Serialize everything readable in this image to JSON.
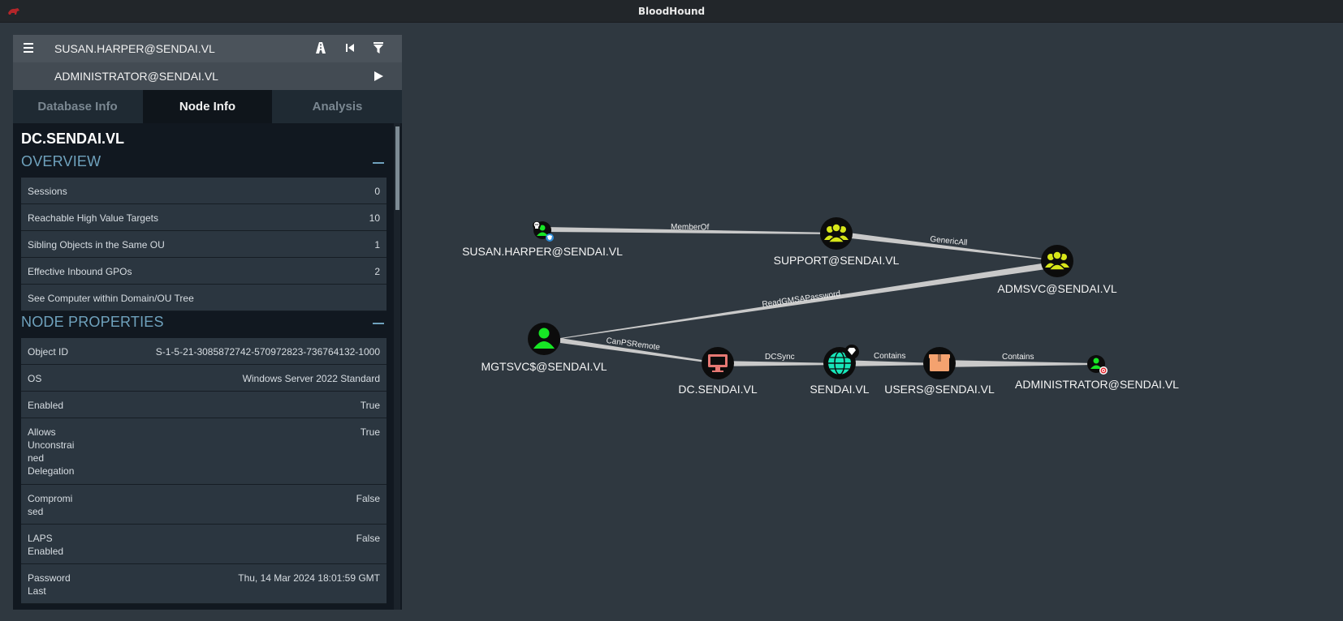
{
  "window": {
    "title": "BloodHound"
  },
  "search": {
    "start_node": "SUSAN.HARPER@SENDAI.VL",
    "target_node": "ADMINISTRATOR@SENDAI.VL"
  },
  "tabs": [
    {
      "label": "Database Info"
    },
    {
      "label": "Node Info"
    },
    {
      "label": "Analysis"
    }
  ],
  "node_info": {
    "name": "DC.SENDAI.VL",
    "overview": {
      "heading": "OVERVIEW",
      "rows": [
        {
          "key": "Sessions",
          "value": "0"
        },
        {
          "key": "Reachable High Value Targets",
          "value": "10"
        },
        {
          "key": "Sibling Objects in the Same OU",
          "value": "1"
        },
        {
          "key": "Effective Inbound GPOs",
          "value": "2"
        },
        {
          "key": "See Computer within Domain/OU Tree",
          "value": ""
        }
      ]
    },
    "properties": {
      "heading": "NODE PROPERTIES",
      "rows": [
        {
          "key": "Object ID",
          "value": "S-1-5-21-3085872742-570972823-736764132-1000"
        },
        {
          "key": "OS",
          "value": "Windows Server 2022 Standard"
        },
        {
          "key": "Enabled",
          "value": "True"
        },
        {
          "key": "Allows Unconstrai ned Delegation",
          "value": "True"
        },
        {
          "key": "Compromi sed",
          "value": "False"
        },
        {
          "key": "LAPS Enabled",
          "value": "False"
        },
        {
          "key": "Password Last",
          "value": "Thu, 14 Mar 2024 18:01:59 GMT"
        }
      ]
    }
  },
  "graph": {
    "nodes": [
      {
        "id": "susan",
        "label": "SUSAN.HARPER@SENDAI.VL",
        "type": "user-owned",
        "icon": "user-icon"
      },
      {
        "id": "support",
        "label": "SUPPORT@SENDAI.VL",
        "type": "group",
        "icon": "group-icon"
      },
      {
        "id": "admsvc",
        "label": "ADMSVC@SENDAI.VL",
        "type": "group",
        "icon": "group-icon"
      },
      {
        "id": "mgtsvc",
        "label": "MGTSVC$@SENDAI.VL",
        "type": "user",
        "icon": "user-icon"
      },
      {
        "id": "dc",
        "label": "DC.SENDAI.VL",
        "type": "computer",
        "icon": "computer-icon"
      },
      {
        "id": "sendai",
        "label": "SENDAI.VL",
        "type": "domain",
        "icon": "globe-icon"
      },
      {
        "id": "users",
        "label": "USERS@SENDAI.VL",
        "type": "container",
        "icon": "box-icon"
      },
      {
        "id": "administrator",
        "label": "ADMINISTRATOR@SENDAI.VL",
        "type": "user-target",
        "icon": "user-icon"
      }
    ],
    "edges": [
      {
        "from": "susan",
        "to": "support",
        "label": "MemberOf"
      },
      {
        "from": "support",
        "to": "admsvc",
        "label": "GenericAll"
      },
      {
        "from": "admsvc",
        "to": "mgtsvc",
        "label": "ReadGMSAPassword"
      },
      {
        "from": "mgtsvc",
        "to": "dc",
        "label": "CanPSRemote"
      },
      {
        "from": "dc",
        "to": "sendai",
        "label": "DCSync"
      },
      {
        "from": "sendai",
        "to": "users",
        "label": "Contains"
      },
      {
        "from": "users",
        "to": "administrator",
        "label": "Contains"
      }
    ]
  },
  "colors": {
    "background": "#2f3840",
    "group": "#d7e619",
    "user": "#17e625",
    "computer": "#e67873",
    "domain": "#17e6b9",
    "container": "#f4a26f",
    "section_heading": "#6fa2bd"
  }
}
